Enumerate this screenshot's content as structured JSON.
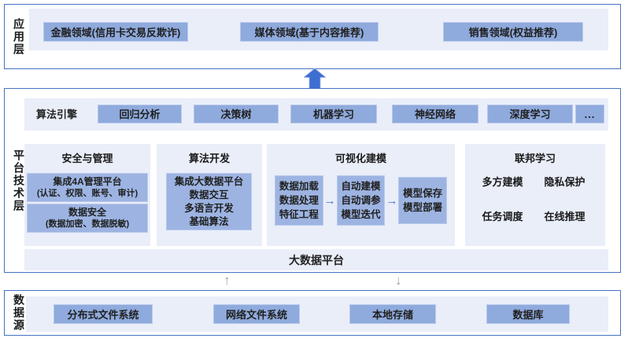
{
  "colors": {
    "layer_border": "#4472c4",
    "container_bg": "#e9eef9",
    "item_box_fill": "#8faadc",
    "inner_box_fill": "#9db4e2",
    "box_border": "#b9c9ec",
    "big_arrow_fill": "#3e6ed2",
    "small_arrow_gray": "#9f9f9f",
    "text": "#1f1f1f"
  },
  "icons": {
    "up_arrow": "↑",
    "down_arrow": "↓",
    "right_arrow": "→"
  },
  "layers": {
    "application": {
      "label": "应用层",
      "items": [
        {
          "label": "金融领域(信用卡交易反欺诈)"
        },
        {
          "label": "媒体领域(基于内容推荐)"
        },
        {
          "label": "销售领域(权益推荐)"
        }
      ]
    },
    "platform": {
      "label": "平台技术层",
      "engine_row": {
        "label": "算法引擎",
        "items": [
          "回归分析",
          "决策树",
          "机器学习",
          "神经网络",
          "深度学习",
          "..."
        ]
      },
      "panels": {
        "security": {
          "title": "安全与管理",
          "items": [
            {
              "line1": "集成4A管理平台",
              "line2": "(认证、权限、账号、审计)"
            },
            {
              "line1": "数据安全",
              "line2": "(数据加密、数据脱敏)"
            }
          ]
        },
        "algorithm_dev": {
          "title": "算法开发",
          "lines": [
            "集成大数据平台",
            "数据交互",
            "多语言开发",
            "基础算法"
          ]
        },
        "visual_modeling": {
          "title": "可视化建模",
          "steps": [
            {
              "lines": [
                "数据加载",
                "数据处理",
                "特征工程"
              ]
            },
            {
              "lines": [
                "自动建模",
                "自动调参",
                "模型迭代"
              ]
            },
            {
              "lines": [
                "模型保存",
                "模型部署"
              ]
            }
          ]
        },
        "federated": {
          "title": "联邦学习",
          "items": [
            "多方建模",
            "隐私保护",
            "任务调度",
            "在线推理"
          ]
        }
      },
      "bigdata_bar": "大数据平台"
    },
    "datasource": {
      "label": "数据源",
      "items": [
        "分布式文件系统",
        "网络文件系统",
        "本地存储",
        "数据库"
      ]
    }
  }
}
